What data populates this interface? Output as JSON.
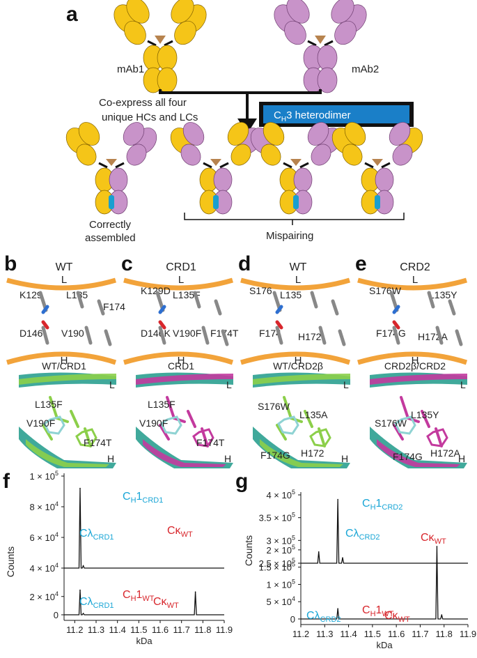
{
  "panel_a": {
    "letter": "a",
    "mab1": "mAb1",
    "mab2": "mAb2",
    "coexpress_line1": "Co-express all four",
    "coexpress_line2": "unique HCs and LCs",
    "heterodimer_main": "C",
    "heterodimer_sub": "H",
    "heterodimer_rest": "3 heterodimer",
    "correct_line1": "Correctly",
    "correct_line2": "assembled",
    "mispairing": "Mispairing",
    "colors": {
      "yellow": "#f5c518",
      "purple": "#c893c9",
      "hinge": "#b7834e",
      "blue": "#1a7fc8"
    }
  },
  "panels_top": [
    {
      "letter": "b",
      "title": "WT",
      "light": "L",
      "heavy": "H",
      "residues": [
        "K129",
        "L135",
        "F174",
        "D146",
        "V190"
      ]
    },
    {
      "letter": "c",
      "title": "CRD1",
      "light": "L",
      "heavy": "H",
      "residues": [
        "K129D",
        "L135F",
        "D146K",
        "V190F",
        "F174T"
      ]
    },
    {
      "letter": "d",
      "title": "WT",
      "light": "L",
      "heavy": "H",
      "residues": [
        "S176",
        "L135",
        "F174",
        "H172"
      ]
    },
    {
      "letter": "e",
      "title": "CRD2",
      "light": "L",
      "heavy": "H",
      "residues": [
        "S176W",
        "L135Y",
        "F174G",
        "H172A"
      ]
    }
  ],
  "panels_bottom": [
    {
      "title": "WT/CRD1",
      "light": "L",
      "heavy": "H",
      "residues": [
        "L135F",
        "V190F",
        "F174T"
      ]
    },
    {
      "title": "CRD1",
      "light": "L",
      "heavy": "H",
      "residues": [
        "L135F",
        "V190F",
        "F174T"
      ]
    },
    {
      "title": "WT/CRD2β",
      "light": "L",
      "heavy": "H",
      "residues": [
        "S176W",
        "L135A",
        "F174G",
        "H172"
      ]
    },
    {
      "title": "CRD2β/CRD2",
      "light": "L",
      "heavy": "H",
      "residues": [
        "L135Y",
        "S176W",
        "F174G",
        "H172A"
      ]
    }
  ],
  "chart_data": [
    {
      "panel": "f",
      "type": "line",
      "xlabel": "kDa",
      "ylabel": "Counts",
      "xticks": [
        "11.2",
        "11.3",
        "11.4",
        "11.5",
        "11.6",
        "11.7",
        "11.8",
        "11.9"
      ],
      "xlim": [
        11.15,
        11.9
      ],
      "traces": [
        {
          "name": "upper",
          "yticks": [
            "4 × 10",
            "6 × 10",
            "8 × 10",
            "1 × 10"
          ],
          "ytick_exp": [
            "4",
            "4",
            "4",
            "5"
          ],
          "ytick_values": [
            40000,
            60000,
            80000,
            100000
          ],
          "ylim": [
            40000,
            100000
          ],
          "peaks": [
            {
              "x": 11.225,
              "y": 92000
            },
            {
              "x": 11.24,
              "y": 41500
            }
          ],
          "labels": [
            {
              "main": "C",
              "sub1": "H",
              "rest": "1",
              "sub2": "CRD1",
              "color": "cyan"
            },
            {
              "main": "Cλ",
              "sub2": "CRD1",
              "color": "cyan"
            },
            {
              "main": "Cκ",
              "sub2": "WT",
              "color": "red"
            }
          ]
        },
        {
          "name": "lower",
          "yticks": [
            "0",
            "2 × 10"
          ],
          "ytick_exp": [
            "",
            "4"
          ],
          "ytick_values": [
            0,
            20000
          ],
          "ylim": [
            0,
            32000
          ],
          "peaks": [
            {
              "x": 11.225,
              "y": 27000
            },
            {
              "x": 11.24,
              "y": 1500
            },
            {
              "x": 11.765,
              "y": 25000
            }
          ],
          "labels": [
            {
              "main": "C",
              "sub1": "H",
              "rest": "1",
              "sub2": "WT",
              "color": "red"
            },
            {
              "main": "Cλ",
              "sub2": "CRD1",
              "color": "cyan"
            },
            {
              "main": "Cκ",
              "sub2": "WT",
              "color": "red"
            }
          ]
        }
      ]
    },
    {
      "panel": "g",
      "type": "line",
      "xlabel": "kDa",
      "ylabel": "Counts",
      "xticks": [
        "11.2",
        "11.3",
        "11.4",
        "11.5",
        "11.6",
        "11.7",
        "11.8",
        "11.9"
      ],
      "xlim": [
        11.2,
        11.9
      ],
      "traces": [
        {
          "name": "upper",
          "yticks": [
            "2.5 × 10",
            "3 × 10",
            "3.5 × 10",
            "4 × 10"
          ],
          "ytick_exp": [
            "5",
            "5",
            "5",
            "5"
          ],
          "ytick_values": [
            250000,
            300000,
            350000,
            400000
          ],
          "ylim": [
            250000,
            400000
          ],
          "peaks": [
            {
              "x": 11.275,
              "y": 275000
            },
            {
              "x": 11.355,
              "y": 390000
            },
            {
              "x": 11.375,
              "y": 262000
            }
          ],
          "labels": [
            {
              "main": "C",
              "sub1": "H",
              "rest": "1",
              "sub2": "CRD2",
              "color": "cyan"
            },
            {
              "main": "Cλ",
              "sub2": "CRD2",
              "color": "cyan"
            },
            {
              "main": "Cκ",
              "sub2": "WT",
              "color": "red"
            }
          ]
        },
        {
          "name": "lower",
          "yticks": [
            "0",
            "5 × 10",
            "1 × 10",
            "1.5 × 10",
            "2 × 10"
          ],
          "ytick_exp": [
            "",
            "4",
            "5",
            "5",
            "5"
          ],
          "ytick_values": [
            0,
            50000,
            100000,
            150000,
            200000
          ],
          "ylim": [
            0,
            230000
          ],
          "peaks": [
            {
              "x": 11.355,
              "y": 30000
            },
            {
              "x": 11.77,
              "y": 210000
            },
            {
              "x": 11.79,
              "y": 12000
            }
          ],
          "labels": [
            {
              "main": "C",
              "sub1": "H",
              "rest": "1",
              "sub2": "WT",
              "color": "red"
            },
            {
              "main": "Cλ",
              "sub2": "CRD2",
              "color": "cyan"
            },
            {
              "main": "Cκ",
              "sub2": "WT",
              "color": "red"
            }
          ]
        }
      ]
    }
  ]
}
